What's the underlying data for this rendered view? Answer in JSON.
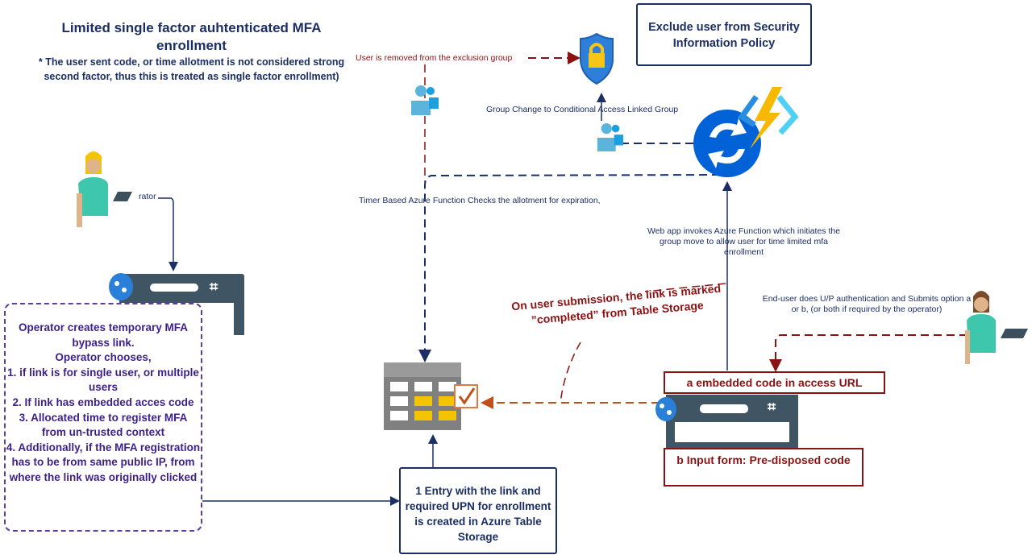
{
  "title": "Limited single factor auhtenticated MFA enrollment",
  "note": "* The user sent code, or time allotment is not considered strong second factor, thus this is treated as single factor enrollment)",
  "policy_box": "Exclude user from Security Information Policy",
  "labels": {
    "removed": "User is removed from the exclusion group",
    "group_change": "Group Change to Conditional Access Linked Group",
    "timer": "Timer Based Azure Function Checks the allotment for expiration,",
    "web_app": "Web app invokes Azure Function which initiates the group move to allow user for time limited mfa enrollment",
    "operator": "rator",
    "end_user": "End-user does U/P authentication and Submits option a or b, (or both if required by the operator)",
    "submission": "On user submission, the link is marked ”completed” from Table Storage"
  },
  "operator_box": {
    "heading": "Operator creates temporary MFA bypass link.",
    "intro": "Operator chooses,",
    "items": [
      "1.  if link is for single user, or multiple users",
      "2. If link has embedded acces code",
      "3. Allocated time to register MFA from un-trusted context",
      "4. Additionally, if the MFA registration has to be from same public IP, from where the link was originally clicked"
    ]
  },
  "entry_box": "1 Entry with the link and required UPN for enrollment is created in Azure Table Storage",
  "option_a": "a embedded code in access URL",
  "option_b": "b Input form: Pre-disposed code",
  "colors": {
    "navy": "#1b2f66",
    "red": "#8b1212",
    "purple": "#5a3f9e",
    "orange": "#c0501a",
    "azure": "#0062d6"
  }
}
